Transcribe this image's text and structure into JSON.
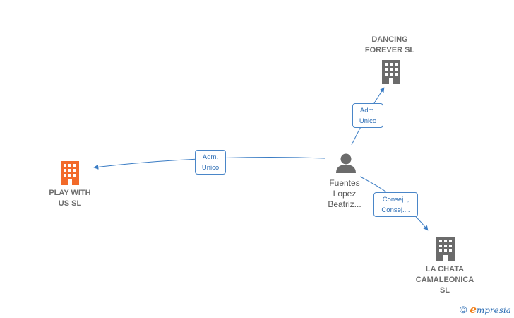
{
  "nodes": {
    "play": {
      "line1": "PLAY WITH",
      "line2": "US  SL",
      "icon": "building-icon",
      "color": "#f26a2a"
    },
    "dancing": {
      "line1": "DANCING",
      "line2": "FOREVER  SL",
      "icon": "building-icon",
      "color": "#6b6b6b"
    },
    "chata": {
      "line1": "LA CHATA",
      "line2": "CAMALEONICA",
      "line3": "SL",
      "icon": "building-icon",
      "color": "#6b6b6b"
    },
    "person": {
      "line1": "Fuentes",
      "line2": "Lopez",
      "line3": "Beatriz...",
      "icon": "person-icon",
      "color": "#6b6b6b"
    }
  },
  "edges": {
    "to_play": {
      "line1": "Adm.",
      "line2": "Unico"
    },
    "to_dancing": {
      "line1": "Adm.",
      "line2": "Unico"
    },
    "to_chata": {
      "line1": "Consej. ,",
      "line2": "Consej...."
    }
  },
  "edge_color": "#3a7cc4",
  "footer": {
    "copyright": "©",
    "brand_initial": "e",
    "brand_rest": "mpresia"
  }
}
